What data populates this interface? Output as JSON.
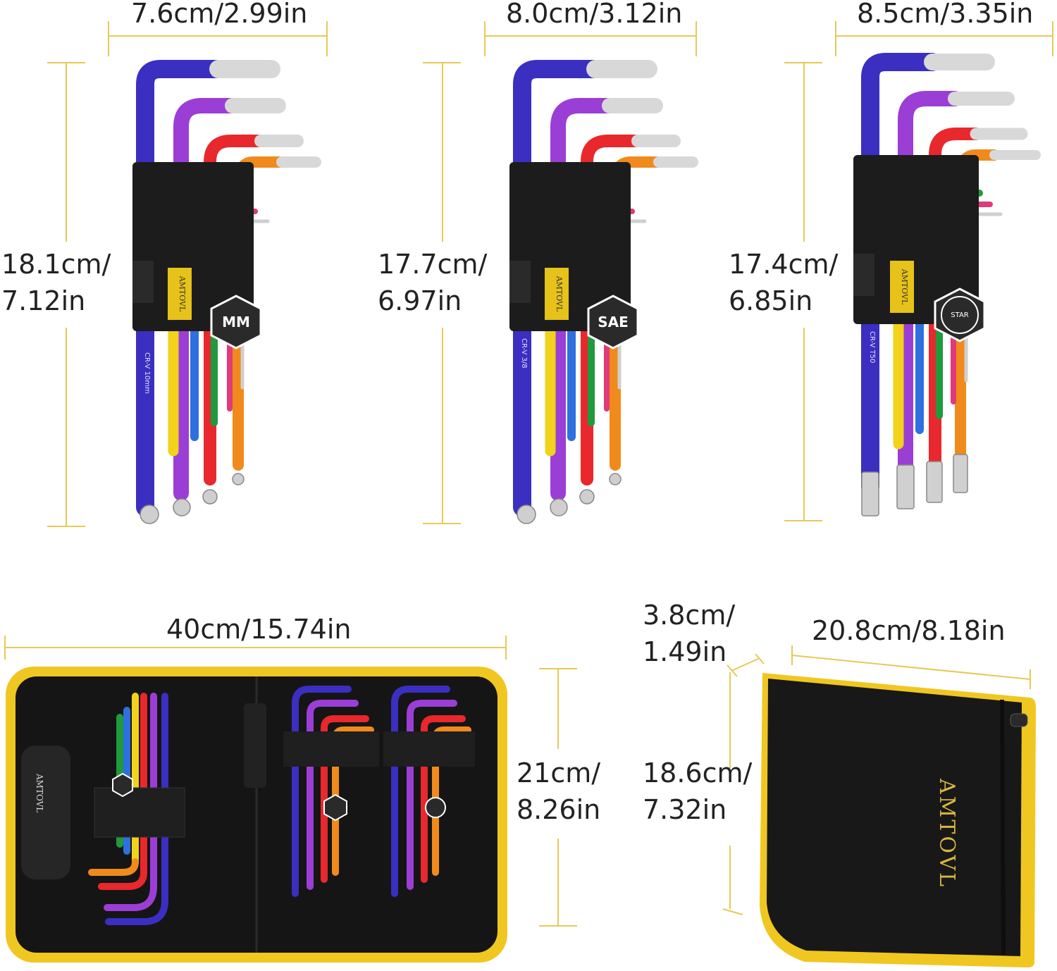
{
  "dimensions": {
    "mm_width": "7.6cm/2.99in",
    "sae_width": "8.0cm/3.12in",
    "star_width": "8.5cm/3.35in",
    "mm_height_cm": "18.1cm/",
    "mm_height_in": "7.12in",
    "sae_height_cm": "17.7cm/",
    "sae_height_in": "6.97in",
    "star_height_cm": "17.4cm/",
    "star_height_in": "6.85in",
    "case_open_width": "40cm/15.74in",
    "case_open_height_cm": "21cm/",
    "case_open_height_in": "8.26in",
    "case_depth_cm": "3.8cm/",
    "case_depth_in": "1.49in",
    "case_closed_width": "20.8cm/8.18in",
    "case_closed_height_cm": "18.6cm/",
    "case_closed_height_in": "7.32in"
  },
  "sets": {
    "mm": {
      "badge": "MM",
      "brand": "AMTOVL",
      "engraving": "CR-V 10mm"
    },
    "sae": {
      "badge": "SAE",
      "brand": "AMTOVL",
      "engraving": "CR-V 3/8"
    },
    "star": {
      "badge": "STAR",
      "brand": "AMTOVL",
      "engraving": "CR-V T50"
    }
  },
  "case_brand": "AMTOVL",
  "key_colors": [
    "#3a2fc0",
    "#9b3ed6",
    "#e8282c",
    "#f08a1c",
    "#f2d21b",
    "#2f6fe0",
    "#1f9a3c",
    "#e03a78",
    "#d8d8d8"
  ],
  "accent_color": "#e7c957"
}
